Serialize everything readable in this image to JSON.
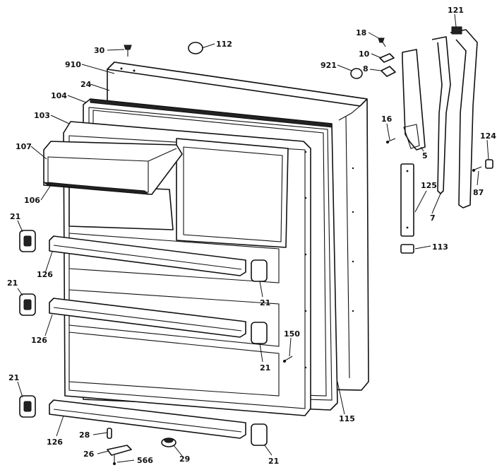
{
  "callouts": [
    {
      "id": "c30",
      "text": "30"
    },
    {
      "id": "c112",
      "text": "112"
    },
    {
      "id": "c910",
      "text": "910"
    },
    {
      "id": "c24",
      "text": "24"
    },
    {
      "id": "c104",
      "text": "104"
    },
    {
      "id": "c103",
      "text": "103"
    },
    {
      "id": "c107",
      "text": "107"
    },
    {
      "id": "c106",
      "text": "106"
    },
    {
      "id": "c21a",
      "text": "21"
    },
    {
      "id": "c126a",
      "text": "126"
    },
    {
      "id": "c21b",
      "text": "21"
    },
    {
      "id": "c126b",
      "text": "126"
    },
    {
      "id": "c21c",
      "text": "21"
    },
    {
      "id": "c126c",
      "text": "126"
    },
    {
      "id": "c28",
      "text": "28"
    },
    {
      "id": "c26",
      "text": "26"
    },
    {
      "id": "c566",
      "text": "566"
    },
    {
      "id": "c29",
      "text": "29"
    },
    {
      "id": "c21d",
      "text": "21"
    },
    {
      "id": "c21e",
      "text": "21"
    },
    {
      "id": "c21f",
      "text": "21"
    },
    {
      "id": "c150",
      "text": "150"
    },
    {
      "id": "c115",
      "text": "115"
    },
    {
      "id": "c18",
      "text": "18"
    },
    {
      "id": "c10",
      "text": "10"
    },
    {
      "id": "c921",
      "text": "921"
    },
    {
      "id": "c8",
      "text": "8"
    },
    {
      "id": "c16",
      "text": "16"
    },
    {
      "id": "c5",
      "text": "5"
    },
    {
      "id": "c121",
      "text": "121"
    },
    {
      "id": "c124",
      "text": "124"
    },
    {
      "id": "c87",
      "text": "87"
    },
    {
      "id": "c125",
      "text": "125"
    },
    {
      "id": "c7",
      "text": "7"
    },
    {
      "id": "c113",
      "text": "113"
    }
  ]
}
